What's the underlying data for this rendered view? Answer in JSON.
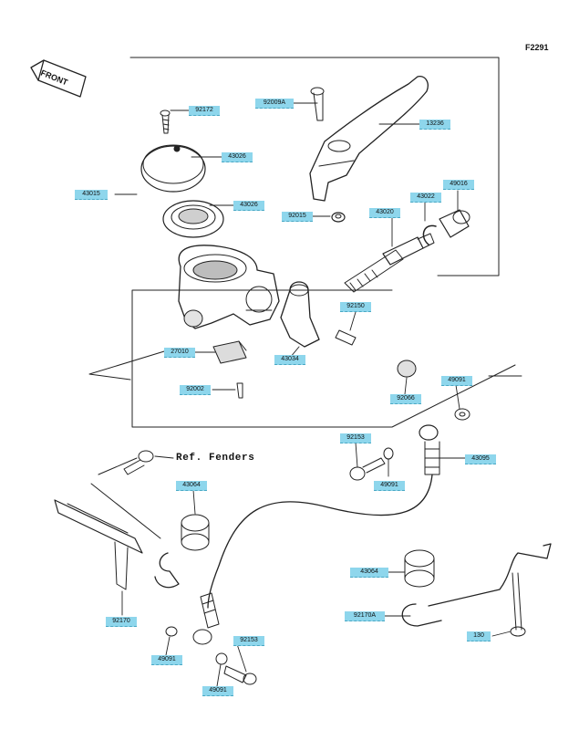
{
  "figure_code": "F2291",
  "front_label": "FRONT",
  "reference_note": "Ref. Fenders",
  "colors": {
    "callout_fill": "#8ed6ec",
    "line": "#222222"
  },
  "callouts": [
    {
      "id": "c-92172",
      "label": "92172"
    },
    {
      "id": "c-92009a",
      "label": "92009A"
    },
    {
      "id": "c-13236",
      "label": "13236"
    },
    {
      "id": "c-43026a",
      "label": "43026"
    },
    {
      "id": "c-43015",
      "label": "43015"
    },
    {
      "id": "c-43026b",
      "label": "43026"
    },
    {
      "id": "c-92015",
      "label": "92015"
    },
    {
      "id": "c-43022",
      "label": "43022"
    },
    {
      "id": "c-49016",
      "label": "49016"
    },
    {
      "id": "c-43020",
      "label": "43020"
    },
    {
      "id": "c-92150",
      "label": "92150"
    },
    {
      "id": "c-27010",
      "label": "27010"
    },
    {
      "id": "c-43034",
      "label": "43034"
    },
    {
      "id": "c-92002",
      "label": "92002"
    },
    {
      "id": "c-92066",
      "label": "92066"
    },
    {
      "id": "c-49091a",
      "label": "49091"
    },
    {
      "id": "c-92153a",
      "label": "92153"
    },
    {
      "id": "c-43095",
      "label": "43095"
    },
    {
      "id": "c-49091b",
      "label": "49091"
    },
    {
      "id": "c-43064a",
      "label": "43064"
    },
    {
      "id": "c-92170",
      "label": "92170"
    },
    {
      "id": "c-43064b",
      "label": "43064"
    },
    {
      "id": "c-92170a",
      "label": "92170A"
    },
    {
      "id": "c-130",
      "label": "130"
    },
    {
      "id": "c-49091c",
      "label": "49091"
    },
    {
      "id": "c-92153b",
      "label": "92153"
    },
    {
      "id": "c-49091d",
      "label": "49091"
    }
  ]
}
